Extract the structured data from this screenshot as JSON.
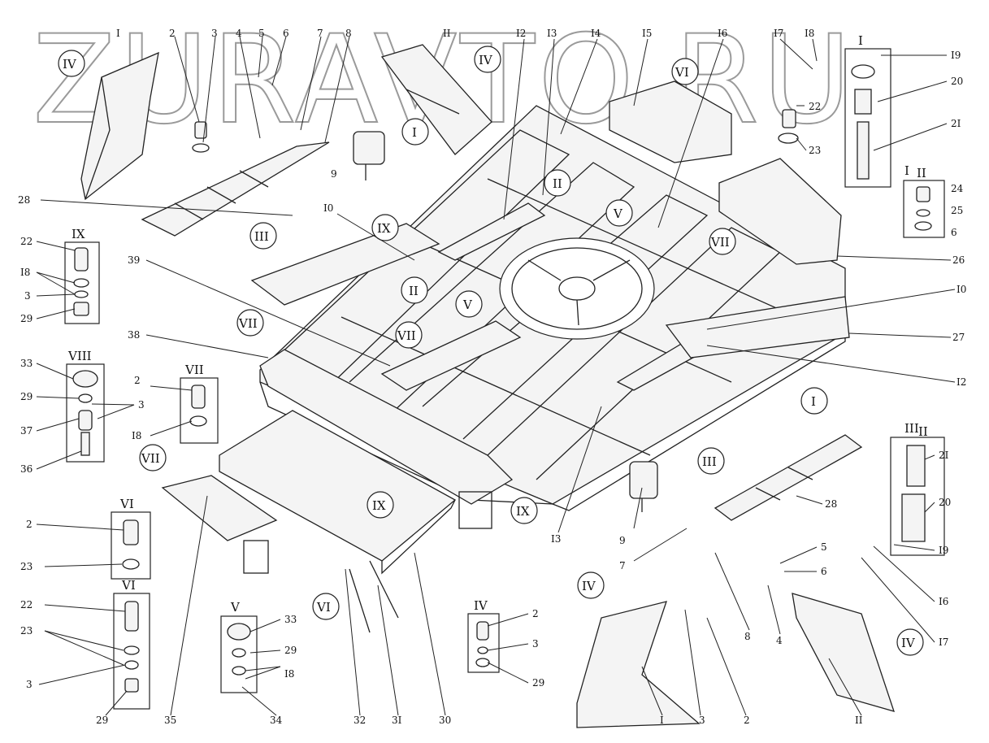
{
  "watermark": "ZURAVTO.RU",
  "labels": {
    "n1": "2",
    "n2": "3",
    "n3": "4",
    "n4": "5",
    "n5": "6",
    "n6": "7",
    "n7": "8",
    "n8": "9",
    "n9": "I0",
    "n10": "I2",
    "n11": "I3",
    "n12": "I4",
    "n13": "I5",
    "n14": "I6",
    "n15": "I7",
    "n16": "I8",
    "n17": "I9",
    "n18": "20",
    "n19": "2I",
    "n20": "22",
    "n21": "23",
    "n22": "24",
    "n23": "25",
    "n24": "6",
    "n25": "26",
    "n26": "27",
    "n27": "I0",
    "n28": "I2",
    "n29": "28",
    "n30": "39",
    "n31": "38",
    "n32": "22",
    "n33": "I8",
    "n34": "3",
    "n35": "29",
    "n36": "33",
    "n37": "29",
    "n38": "3",
    "n39": "37",
    "n40": "36",
    "n41": "2",
    "n42": "I8",
    "n43": "2",
    "n44": "23",
    "n45": "22",
    "n46": "23",
    "n47": "3",
    "n48": "29",
    "n49": "33",
    "n50": "29",
    "n51": "I8",
    "n52": "34",
    "n53": "35",
    "n54": "32",
    "n55": "3I",
    "n56": "30",
    "n57": "I3",
    "n58": "9",
    "n59": "7",
    "n60": "8",
    "n61": "3",
    "n62": "2",
    "n63": "I",
    "n64": "II",
    "n65": "5",
    "n66": "6",
    "n67": "4",
    "n68": "28",
    "n69": "2I",
    "n70": "20",
    "n71": "I9",
    "n72": "I6",
    "n73": "I7",
    "n74": "2",
    "n75": "3",
    "n76": "29",
    "n77": "I",
    "n78": "II"
  },
  "roman": {
    "r1": "IV",
    "r2": "IV",
    "r3": "I",
    "r4": "VI",
    "r5": "II",
    "r6": "III",
    "r7": "IX",
    "r8": "V",
    "r9": "VII",
    "r10": "II",
    "r11": "VII",
    "r12": "V",
    "r13": "VII",
    "r14": "I",
    "r15": "III",
    "r16": "IX",
    "r17": "VII",
    "r18": "IX",
    "r19": "VI",
    "r20": "IV",
    "r21": "IV"
  },
  "callouts": {
    "c1": "IX",
    "c2": "VIII",
    "c3": "VII",
    "c4": "VI",
    "c5": "VI",
    "c6": "V",
    "c7": "IV",
    "c8": "I",
    "c9": "II",
    "c10": "III",
    "c11": "I",
    "c12": "II"
  }
}
